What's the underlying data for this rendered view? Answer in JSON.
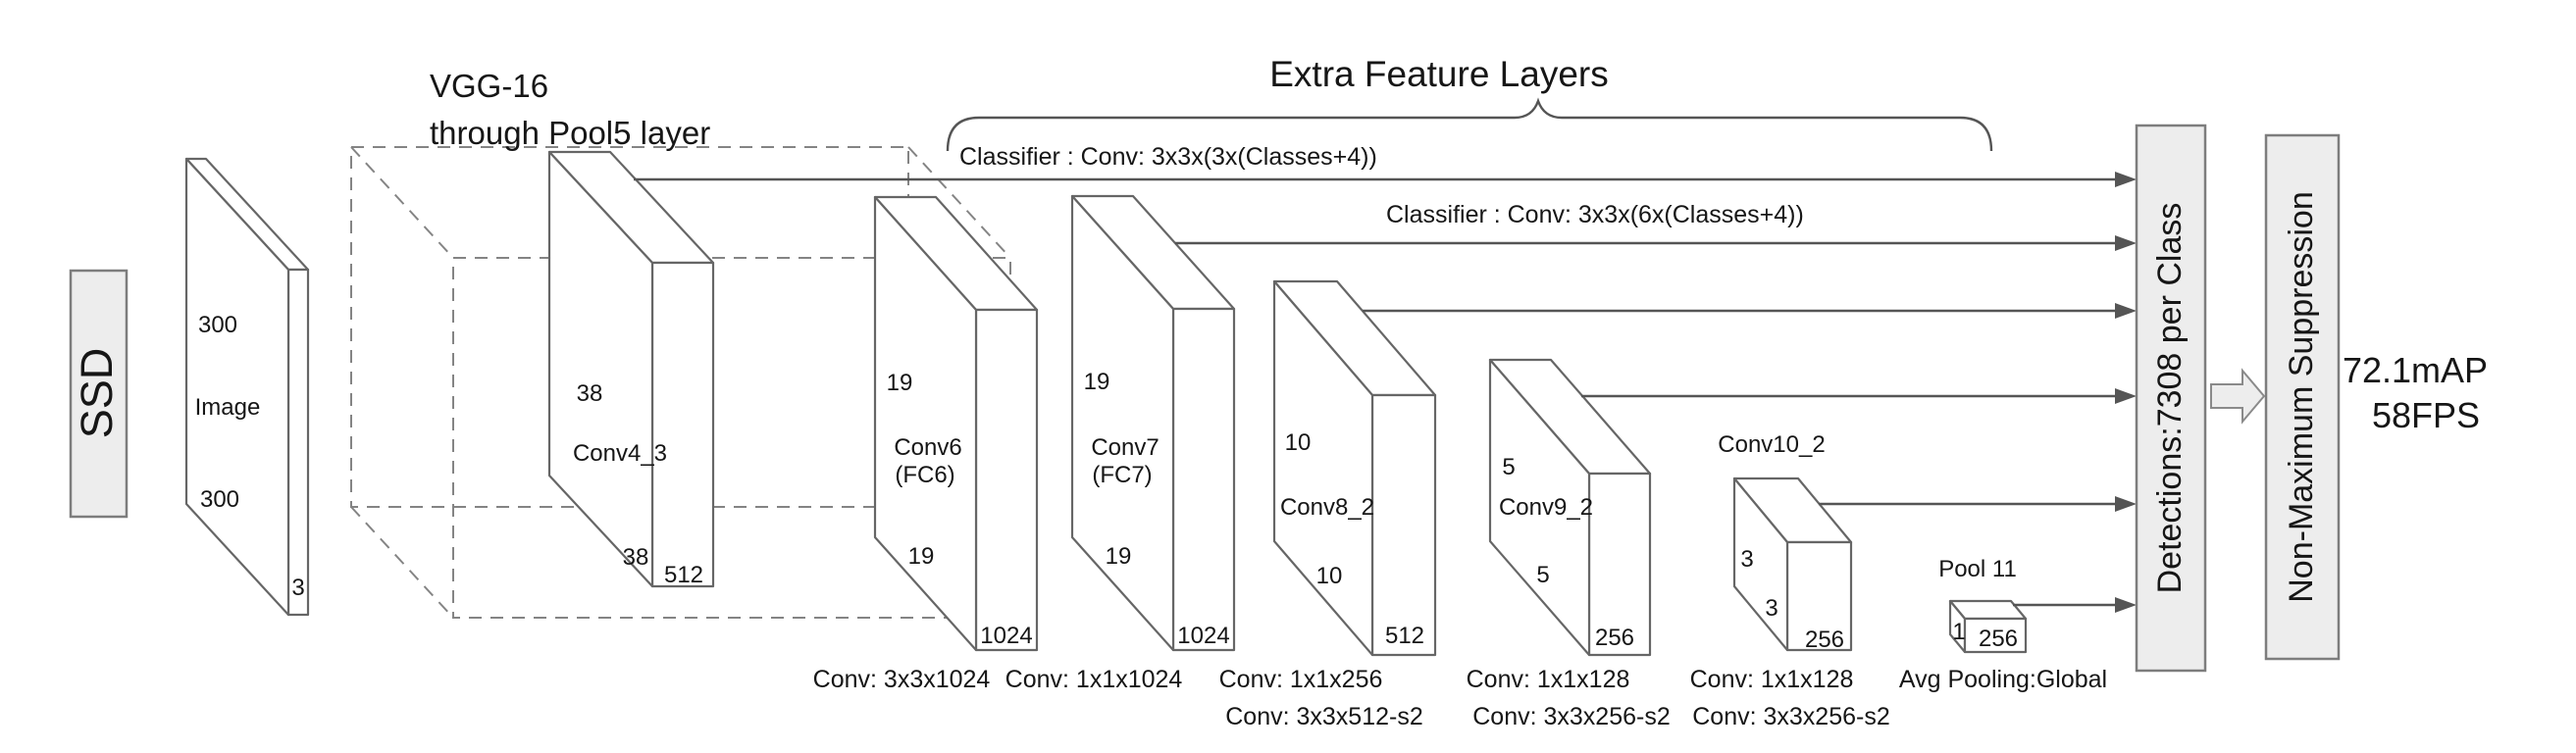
{
  "colors": {
    "background": "#ffffff",
    "box_fill": "#ededed",
    "slab_stroke": "#666666",
    "arrow": "#555555",
    "dashed": "#848484",
    "text": "#161616"
  },
  "ssd": {
    "label": "SSD"
  },
  "input": {
    "dim_h": "300",
    "label": "Image",
    "dim_w": "300",
    "dim_c": "3"
  },
  "vgg": {
    "title1": "VGG-16",
    "title2": "through Pool5 layer"
  },
  "header": {
    "extra_feature_layers": "Extra Feature Layers",
    "classifier1": "Classifier : Conv: 3x3x(3x(Classes+4))",
    "classifier2": "Classifier : Conv: 3x3x(6x(Classes+4))"
  },
  "conv4_3": {
    "dim_h": "38",
    "name": "Conv4_3",
    "dim_w": "38",
    "dim_c": "512"
  },
  "conv6": {
    "dim_h": "19",
    "name": "Conv6",
    "alias": "(FC6)",
    "dim_w": "19",
    "dim_c": "1024",
    "op": "Conv: 3x3x1024"
  },
  "conv7": {
    "dim_h": "19",
    "name": "Conv7",
    "alias": "(FC7)",
    "dim_w": "19",
    "dim_c": "1024",
    "op": "Conv: 1x1x1024"
  },
  "conv8_2": {
    "dim_h": "10",
    "name": "Conv8_2",
    "dim_w": "10",
    "dim_c": "512",
    "op1": "Conv: 1x1x256",
    "op2": "Conv:  3x3x512-s2"
  },
  "conv9_2": {
    "dim_h": "5",
    "name": "Conv9_2",
    "dim_w": "5",
    "dim_c": "256",
    "op1": "Conv: 1x1x128",
    "op2": "Conv: 3x3x256-s2"
  },
  "conv10_2": {
    "title": "Conv10_2",
    "dim_h": "3",
    "dim_w": "3",
    "dim_c": "256",
    "op1": "Conv: 1x1x128",
    "op2": "Conv: 3x3x256-s2"
  },
  "pool11": {
    "title": "Pool 11",
    "dim_h": "1",
    "dim_c": "256",
    "op": "Avg Pooling:Global"
  },
  "output": {
    "detections": "Detections:7308  per Class",
    "nms": "Non-Maximum Suppression",
    "result_map": "72.1mAP",
    "result_fps": "58FPS"
  }
}
